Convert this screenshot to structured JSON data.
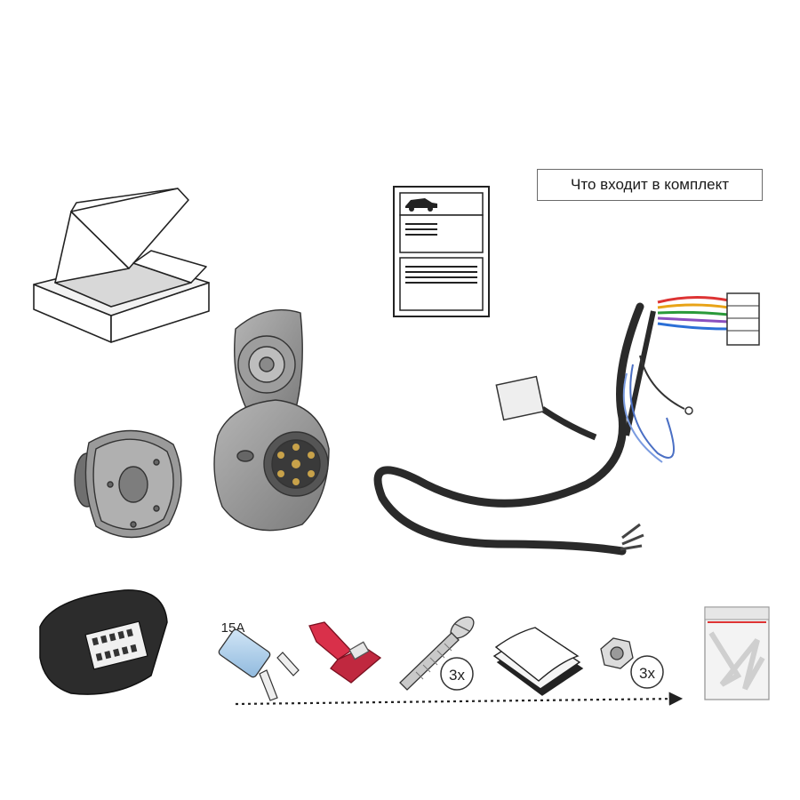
{
  "header": {
    "title": "Что входит в комплект"
  },
  "parts": {
    "fuse_label": "15A",
    "screws_qty": "3x",
    "nuts_qty": "3x"
  },
  "colors": {
    "outline": "#222222",
    "socket_gray": "#8c8c8c",
    "fuse_blue": "#a9cbe8",
    "connector_red": "#d9304a",
    "cable_black": "#2a2a2a"
  }
}
